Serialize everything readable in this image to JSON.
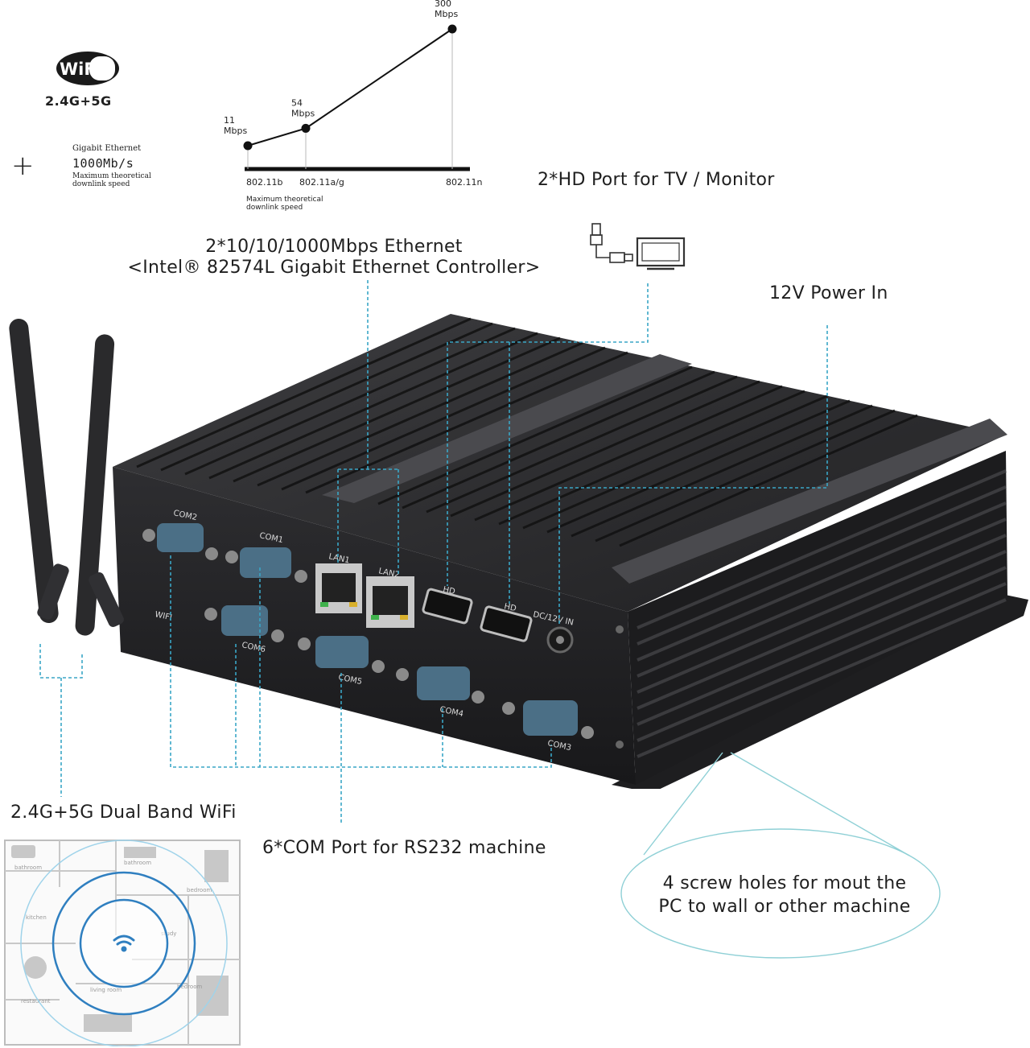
{
  "wifi": {
    "logo": "WiFi",
    "bands": "2.4G+5G",
    "plus": "+",
    "gigabit_title": "Gigabit Ethernet",
    "gigabit_speed": "1000Mb/s",
    "gigabit_caption_1": "Maximum theoretical",
    "gigabit_caption_2": "downlink speed"
  },
  "chart_data": {
    "type": "line",
    "categories": [
      "802.11b",
      "802.11a/g",
      "802.11n"
    ],
    "values": [
      11,
      54,
      300
    ],
    "point_labels": [
      [
        "11",
        "Mbps"
      ],
      [
        "54",
        "Mbps"
      ],
      [
        "300",
        "Mbps"
      ]
    ],
    "caption_1": "Maximum theoretical",
    "caption_2": "downlink speed"
  },
  "callouts": {
    "hd_ports": "2*HD Port for TV / Monitor",
    "ethernet_line1": "2*10/10/1000Mbps Ethernet",
    "ethernet_line2": "<Intel® 82574L Gigabit Ethernet Controller>",
    "power": "12V Power In",
    "wifi_dual": "2.4G+5G Dual Band WiFi",
    "com_ports": "6*COM Port for RS232 machine",
    "screw_line1": "4 screw holes for mout the",
    "screw_line2": "PC to wall or other machine"
  },
  "device_labels": {
    "com1": "COM1",
    "com2": "COM2",
    "com3": "COM3",
    "com4": "COM4",
    "com5": "COM5",
    "com6": "COM6",
    "lan1": "LAN1",
    "lan2": "LAN2",
    "hd1": "HD",
    "hd2": "HD",
    "dc": "DC/12V IN",
    "wifi": "WIFI"
  },
  "floorplan": {
    "rooms": [
      "bathroom",
      "bathroom",
      "bedroom",
      "kitchen",
      "study",
      "bedroom",
      "living room",
      "restaurant"
    ]
  },
  "colors": {
    "callout_line": "#3aa6c6",
    "chassis": "#2b2b2d",
    "ellipse": "#8fd0d6"
  }
}
